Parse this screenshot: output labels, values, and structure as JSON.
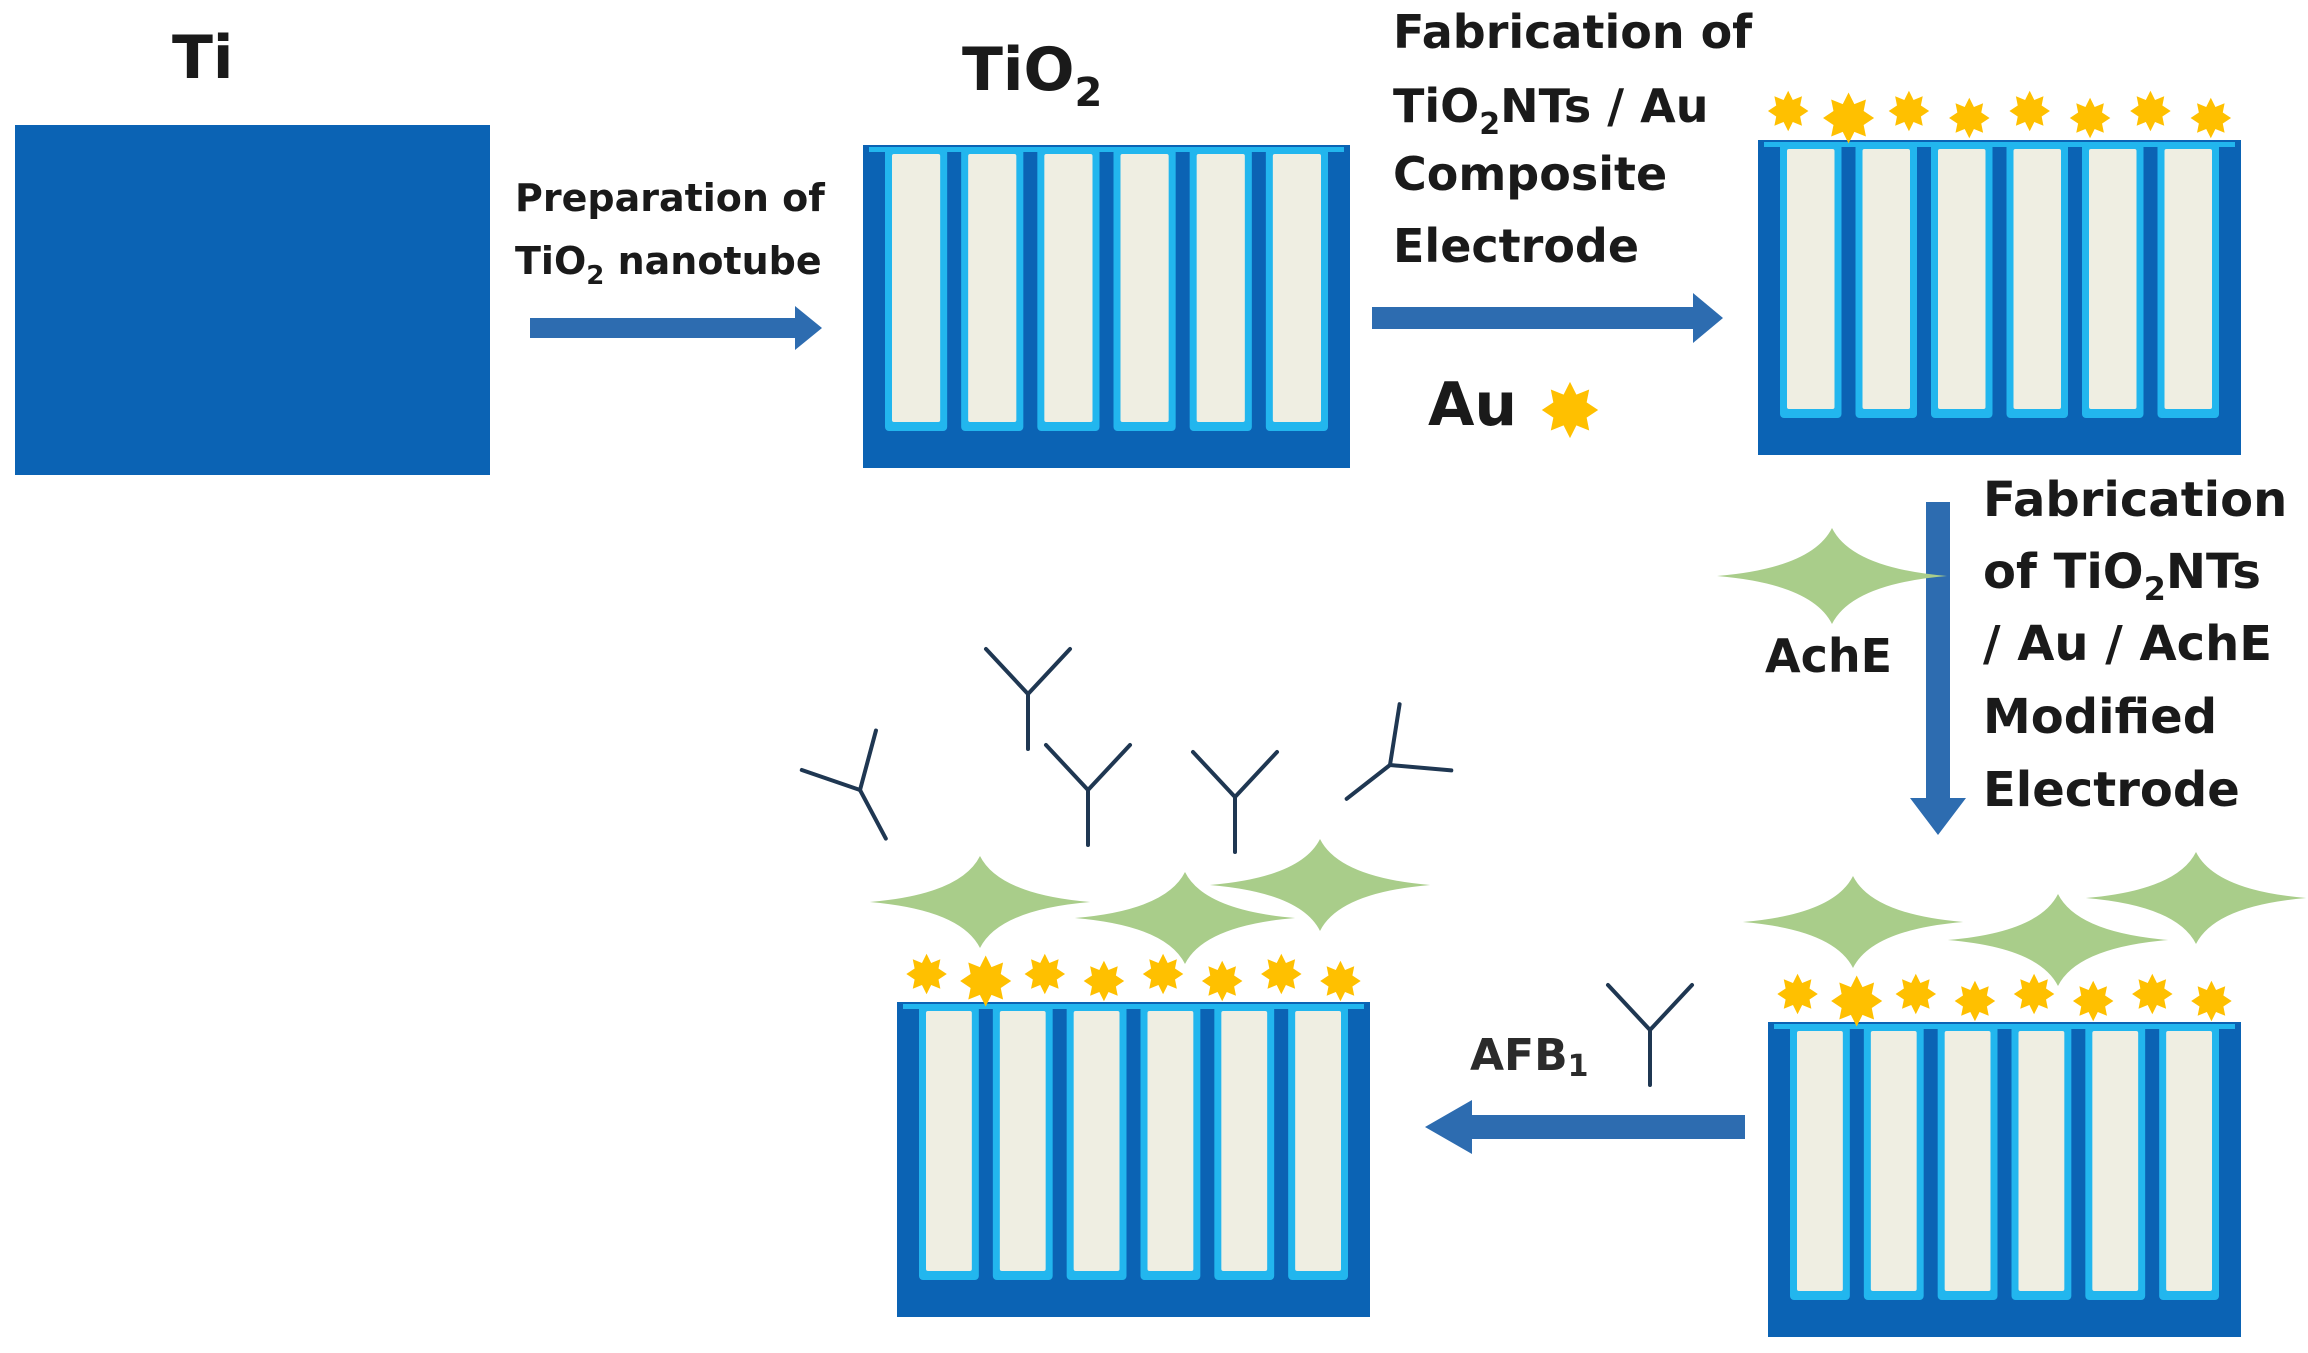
{
  "labels": {
    "ti": "Ti",
    "tio2_main": "TiO",
    "tio2_sub": "2",
    "prep_line1": "Preparation of",
    "prep_line2_a": "TiO",
    "prep_line2_sub": "2",
    "prep_line2_b": " nanotube",
    "fab1_line1": "Fabrication of",
    "fab1_line2_a": "TiO",
    "fab1_line2_sub": "2",
    "fab1_line2_b": "NTs / Au",
    "fab1_line3": "Composite",
    "fab1_line4": "Electrode",
    "au_label": "Au",
    "fab2_line1": "Fabrication",
    "fab2_line2_a": "of TiO",
    "fab2_line2_sub": "2",
    "fab2_line2_b": "NTs",
    "fab2_line3": "/ Au / AchE",
    "fab2_line4": "Modified",
    "fab2_line5": "Electrode",
    "ache_label": "AchE",
    "afb_label": "AFB",
    "afb_sub": "1"
  },
  "colors": {
    "electrode_blue": "#0b63b4",
    "tube_outline": "#22b6ee",
    "tube_fill": "#efeee2",
    "arrow_blue": "#2d6cb0",
    "au_gold": "#ffc000",
    "ache_green": "#a9cd8a",
    "antibody_navy": "#1f3752"
  },
  "icons": {
    "au_particle": "gold-star-icon",
    "ache_enzyme": "four-point-star-icon",
    "antibody": "y-shape-icon"
  }
}
